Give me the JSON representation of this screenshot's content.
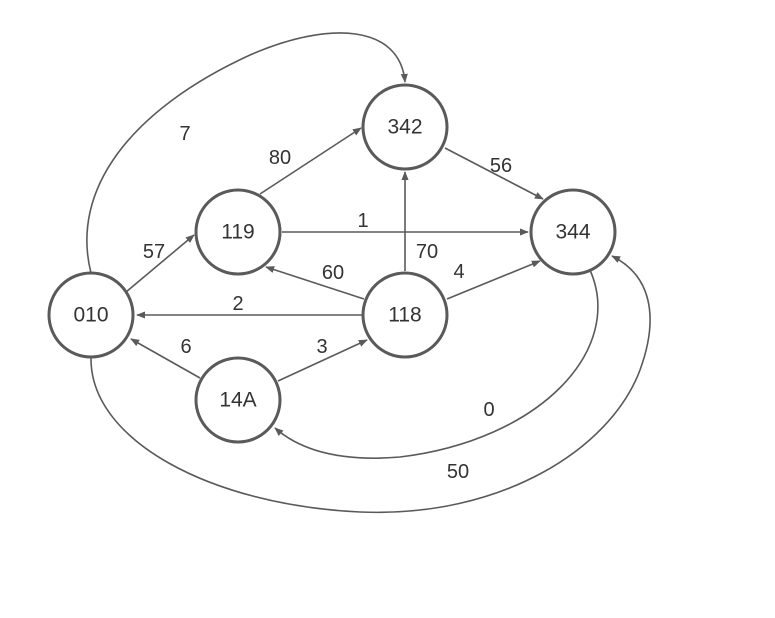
{
  "diagram": {
    "nodes": [
      {
        "id": "n342",
        "label": "342"
      },
      {
        "id": "n344",
        "label": "344"
      },
      {
        "id": "n119",
        "label": "119"
      },
      {
        "id": "n118",
        "label": "118"
      },
      {
        "id": "n010",
        "label": "010"
      },
      {
        "id": "n14A",
        "label": "14A"
      }
    ],
    "edges": [
      {
        "id": "e7",
        "from": "010",
        "to": "342",
        "label": "7"
      },
      {
        "id": "e80",
        "from": "119",
        "to": "342",
        "label": "80"
      },
      {
        "id": "e56",
        "from": "342",
        "to": "344",
        "label": "56"
      },
      {
        "id": "e57",
        "from": "010",
        "to": "119",
        "label": "57"
      },
      {
        "id": "e1",
        "from": "119",
        "to": "344",
        "label": "1"
      },
      {
        "id": "e70",
        "from": "118",
        "to": "342",
        "label": "70"
      },
      {
        "id": "e60",
        "from": "118",
        "to": "119",
        "label": "60"
      },
      {
        "id": "e4",
        "from": "118",
        "to": "344",
        "label": "4"
      },
      {
        "id": "e2",
        "from": "118",
        "to": "010",
        "label": "2"
      },
      {
        "id": "e6",
        "from": "14A",
        "to": "010",
        "label": "6"
      },
      {
        "id": "e3",
        "from": "14A",
        "to": "118",
        "label": "3"
      },
      {
        "id": "e0",
        "from": "344",
        "to": "14A",
        "label": "0"
      },
      {
        "id": "e50",
        "from": "010",
        "to": "344",
        "label": "50"
      }
    ],
    "colors": {
      "stroke": "#5a5a5a",
      "text": "#333333",
      "background": "#ffffff"
    }
  }
}
